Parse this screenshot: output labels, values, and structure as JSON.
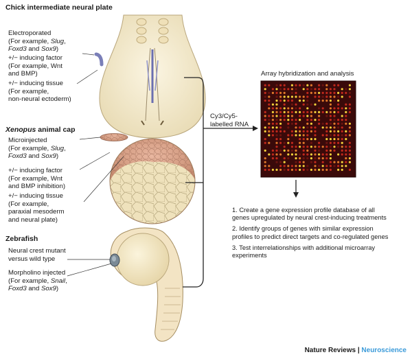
{
  "chick": {
    "heading": "Chick intermediate neural plate",
    "electro": {
      "line1": "Electroporated",
      "line2": "(For example, ",
      "gene1": "Slug",
      "sep1": ",",
      "gene2": "Foxd3",
      "mid": " and ",
      "gene3": "Sox9",
      "end": ")"
    },
    "factor": {
      "line1": "+/− inducing factor",
      "line2": "(For example, Wnt",
      "line3": "and BMP)"
    },
    "tissue": {
      "line1": "+/− inducing tissue",
      "line2": "(For example,",
      "line3": "non-neural ectoderm)"
    }
  },
  "xenopus": {
    "heading_italic": "Xenopus",
    "heading_rest": " animal cap",
    "micro": {
      "line1": "Microinjected",
      "line2": "(For example, ",
      "gene1": "Slug",
      "sep1": ",",
      "gene2": "Foxd3",
      "mid": " and ",
      "gene3": "Sox9",
      "end": ")"
    },
    "factor": {
      "line1": "+/− inducing factor",
      "line2": "(For example, Wnt",
      "line3": "and BMP inhibition)"
    },
    "tissue": {
      "line1": "+/− inducing tissue",
      "line2": "(For example,",
      "line3": "paraxial mesoderm",
      "line4": "and neural plate)"
    }
  },
  "zebrafish": {
    "heading": "Zebrafish",
    "mutant": {
      "line1": "Neural crest mutant",
      "line2": "versus wild type"
    },
    "morpholino": {
      "line1": "Morpholino injected",
      "line2": "(For example, ",
      "gene1": "Snail",
      "sep1": ",",
      "gene2": "Foxd3",
      "mid": " and ",
      "gene3": "Sox9",
      "end": ")"
    }
  },
  "rna_label": {
    "line1": "Cy3/Cy5-",
    "line2": "labelled RNA"
  },
  "array_title": "Array hybridization and analysis",
  "steps": [
    "1. Create a gene expression profile database of all",
    "genes upregulated by neural crest-inducing treatments",
    "2. Identify groups of genes with similar expression",
    "profiles to predict direct targets and co-regulated genes",
    "3. Test interrelationships with additional microarray",
    "experiments"
  ],
  "footer": {
    "journal": "Nature Reviews",
    "sep": " | ",
    "section": "Neuroscience"
  },
  "colors": {
    "embryo_fill": "#f6edd2",
    "embryo_stroke": "#b8a57a",
    "array_bg": "#3a0a0a",
    "spot_red": "#c0281c",
    "spot_yellow": "#f2d03a",
    "bead": "#7a7fb8",
    "neuro_blue": "#3a9ad9"
  }
}
